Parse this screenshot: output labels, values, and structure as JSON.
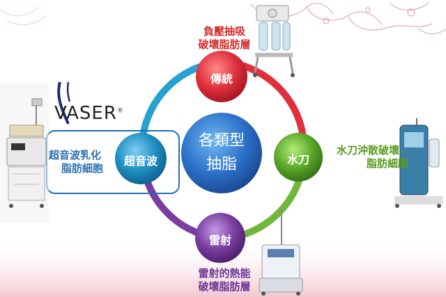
{
  "center": {
    "line1": "各類型",
    "line2": "抽脂"
  },
  "nodes": {
    "top": {
      "label": "傳統",
      "color": "#e0303c"
    },
    "right": {
      "label": "水刀",
      "color": "#5aa82a"
    },
    "bottom": {
      "label": "雷射",
      "color": "#7a3da0"
    },
    "left": {
      "label": "超音波",
      "color": "#1f8fc0"
    }
  },
  "annotations": {
    "top": {
      "line1": "負壓抽吸",
      "line2": "破壞脂肪層",
      "color": "#d42a2a"
    },
    "right": {
      "line1": "水刀沖散破壞",
      "line2": "脂肪細胞",
      "color": "#5a9a1e"
    },
    "bottom": {
      "line1": "雷射的熱能",
      "line2": "破壞脂肪層",
      "color": "#6a3596"
    },
    "left": {
      "line1": "超音波乳化",
      "line2": "脂肪細胞",
      "color": "#2a6fb0"
    }
  },
  "logo": {
    "text": "VASER",
    "mark": "®"
  },
  "ring_colors": [
    "#e0303c",
    "#5aa82a",
    "#7a3da0",
    "#1f8fc0"
  ]
}
